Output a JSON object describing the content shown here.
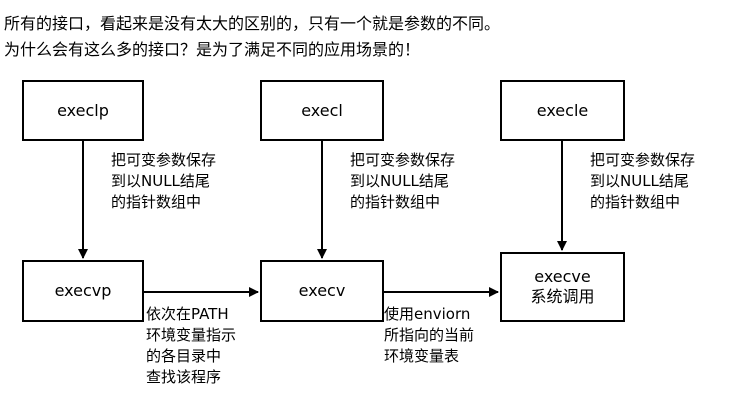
{
  "intro": {
    "line1": "所有的接口，看起来是没有太大的区别的，只有一个就是参数的不同。",
    "line2": "为什么会有这么多的接口？是为了满足不同的应用场景的！"
  },
  "boxes": {
    "execlp": "execlp",
    "execl": "execl",
    "execle": "execle",
    "execvp": "execvp",
    "execv": "execv",
    "execve": "execve",
    "execve_sub": "系统调用"
  },
  "notes": {
    "store_array_1": "把可变参数保存\n到以NULL结尾\n的指针数组中",
    "store_array_2": "把可变参数保存\n到以NULL结尾\n的指针数组中",
    "store_array_3": "把可变参数保存\n到以NULL结尾\n的指针数组中",
    "path_search": "依次在PATH\n环境变量指示\n的各目录中\n查找该程序",
    "environ_use": "使用enviorn\n所指向的当前\n环境变量表"
  }
}
